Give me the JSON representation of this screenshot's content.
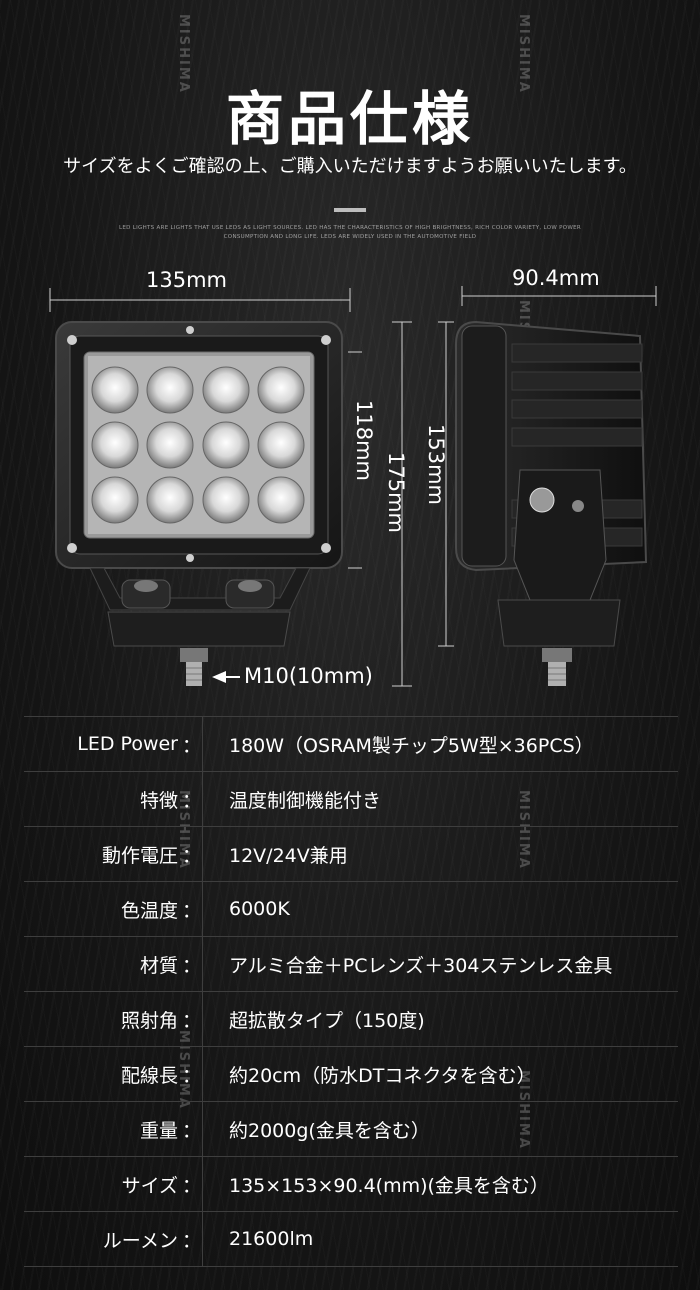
{
  "header": {
    "title": "商品仕様",
    "subtitle": "サイズをよくご確認の上、ご購入いただけますようお願いいたします。",
    "description": "LED LIGHTS ARE LIGHTS THAT USE LEDS AS LIGHT SOURCES. LED HAS THE CHARACTERISTICS OF HIGH BRIGHTNESS, RICH COLOR VARIETY, LOW POWER CONSUMPTION AND LONG LIFE. LEDS ARE WIDELY USED IN THE AUTOMOTIVE FIELD"
  },
  "watermark": "MISHIMA",
  "dimensions": {
    "front_width": "135mm",
    "side_depth": "90.4mm",
    "lens_height": "118mm",
    "total_height": "175mm",
    "body_height": "153mm",
    "bolt": "M10(10mm)"
  },
  "specs": [
    {
      "label": "LED Power",
      "colon": "：",
      "value": "180W（OSRAM製チップ5W型×36PCS）"
    },
    {
      "label": "特徴",
      "colon": "：",
      "value": "温度制御機能付き"
    },
    {
      "label": "動作電圧",
      "colon": "：",
      "value": "12V/24V兼用"
    },
    {
      "label": "色温度",
      "colon": "：",
      "value": "6000K"
    },
    {
      "label": "材質",
      "colon": "：",
      "value": "アルミ合金＋PCレンズ＋304ステンレス金具"
    },
    {
      "label": "照射角",
      "colon": "：",
      "value": "超拡散タイプ（150度)"
    },
    {
      "label": "配線長",
      "colon": "：",
      "value": "約20cm（防水DTコネクタを含む）"
    },
    {
      "label": "重量",
      "colon": "：",
      "value": "約2000g(金具を含む）"
    },
    {
      "label": "サイズ",
      "colon": "：",
      "value": "135×153×90.4(mm)(金具を含む）"
    },
    {
      "label": "ルーメン",
      "colon": "：",
      "value": "21600lm"
    }
  ],
  "colors": {
    "background": "#141414",
    "text": "#ffffff",
    "divider": "#3e3e3e"
  }
}
